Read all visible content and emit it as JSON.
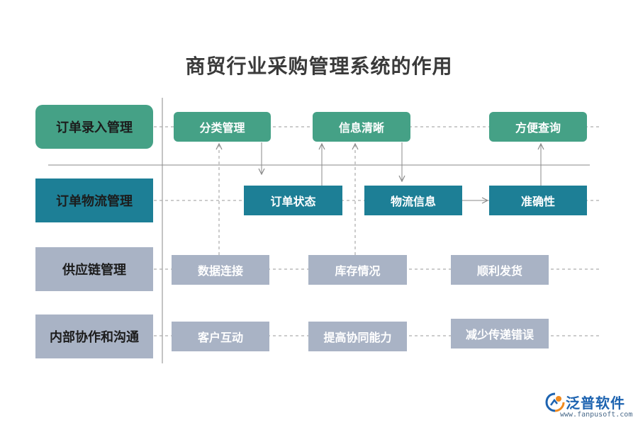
{
  "title": "商贸行业采购管理系统的作用",
  "rows": {
    "order_entry": "订单录入管理",
    "order_logistics": "订单物流管理",
    "supply_chain": "供应链管理",
    "internal": "内部协作和沟通"
  },
  "nodes": {
    "classify": "分类管理",
    "info_clear": "信息清晰",
    "easy_query": "方便查询",
    "order_status": "订单状态",
    "logistics_info": "物流信息",
    "accuracy": "准确性",
    "data_connect": "数据连接",
    "inventory": "库存情况",
    "smooth_ship": "顺利发货",
    "customer": "客户互动",
    "collab": "提高协同能力",
    "reduce_err": "减少传递错误"
  },
  "logo": {
    "name": "泛普软件",
    "url": "www.fanpusoft.com"
  },
  "colors": {
    "green": "#45a186",
    "teal": "#1d7f96",
    "grey": "#a9b3c5",
    "line": "#9a9a9a"
  }
}
